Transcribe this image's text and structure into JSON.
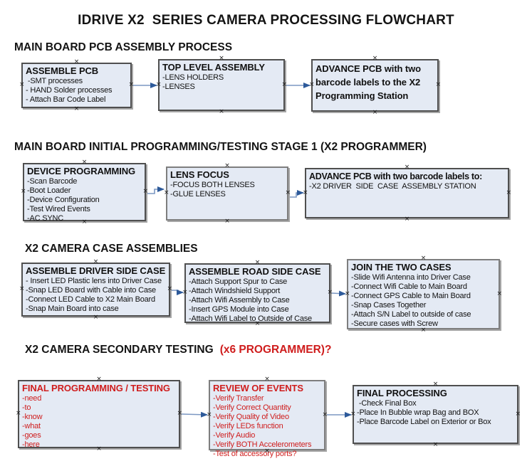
{
  "page_title": "IDRIVE X2  SERIES CAMERA PROCESSING FLOWCHART",
  "connector_handle_glyph": "×",
  "colors": {
    "box_fill": "#e4eaf4",
    "box_border": "#4f4f4f",
    "box_shadow": "#a6a6a6",
    "red_text": "#cf1d1d",
    "arrow_line": "#7b97c2",
    "arrow_head": "#2d5a9a",
    "text": "#141414",
    "background": "#ffffff"
  },
  "sections": [
    {
      "heading": "MAIN BOARD PCB ASSEMBLY PROCESS",
      "boxes": [
        {
          "title": "ASSEMBLE PCB",
          "items": [
            " -SMT processes",
            "- HAND Solder processes",
            "- Attach Bar Code Label"
          ]
        },
        {
          "title": "TOP LEVEL ASSEMBLY",
          "items": [
            "-LENS HOLDERS",
            "-LENSES"
          ]
        },
        {
          "title": "ADVANCE PCB with two barcode labels to the X2 Programming Station",
          "items": []
        }
      ]
    },
    {
      "heading": "MAIN BOARD INITIAL PROGRAMMING/TESTING STAGE 1 (X2 PROGRAMMER)",
      "boxes": [
        {
          "title": "DEVICE PROGRAMMING",
          "items": [
            "-Scan Barcode",
            "-Boot Loader",
            "-Device Configuration",
            "-Test Wired Events",
            "-AC SYNC"
          ]
        },
        {
          "title": "LENS FOCUS",
          "items": [
            "-FOCUS BOTH LENSES",
            "-GLUE LENSES"
          ]
        },
        {
          "title": "ADVANCE PCB with two barcode labels to:",
          "items": [
            "-X2 DRIVER  SIDE  CASE  ASSEMBLY STATION"
          ]
        }
      ]
    },
    {
      "heading": "X2 CAMERA CASE ASSEMBLIES",
      "boxes": [
        {
          "title": "ASSEMBLE DRIVER SIDE CASE",
          "items": [
            "- Insert LED Plastic lens into Driver Case",
            "-Snap LED Board with Cable into Case",
            "-Connect LED Cable to X2 Main Board",
            "-Snap Main Board into case"
          ]
        },
        {
          "title": "ASSEMBLE ROAD SIDE CASE",
          "items": [
            "-Attach Support Spur to Case",
            "-Attach Windshield Support",
            "-Attach Wifi Assembly to Case",
            "-Insert GPS Module into Case",
            "-Attach Wifi Label to Outside of Case"
          ]
        },
        {
          "title": "JOIN THE TWO CASES",
          "items": [
            "-Slide Wifi Antenna into Driver Case",
            "-Connect Wifi Cable to Main Board",
            "-Connect GPS Cable to Main Board",
            "-Snap Cases Together",
            "-Attach S/N Label to outside of case",
            "-Secure cases with Screw"
          ]
        }
      ]
    },
    {
      "heading": "X2 CAMERA SECONDARY TESTING",
      "heading_suffix": "(x6 PROGRAMMER)?",
      "boxes": [
        {
          "title": "FINAL PROGRAMMING / TESTING",
          "items": [
            "-need",
            "-to",
            "-know",
            "-what",
            "-goes",
            "-here"
          ]
        },
        {
          "title": "REVIEW OF EVENTS",
          "items": [
            "-Verify Transfer",
            "-Verify Correct Quantity",
            "-Verify Quality of Video",
            "-Verify LEDs function",
            "-Verify Audio",
            "-Verify BOTH Accelerometers",
            "-Test of accessory ports?"
          ]
        },
        {
          "title": "FINAL PROCESSING",
          "items": [
            " -Check Final Box",
            "-Place In Bubble wrap Bag and BOX",
            "-Place Barcode Label on Exterior or Box"
          ]
        }
      ]
    }
  ]
}
